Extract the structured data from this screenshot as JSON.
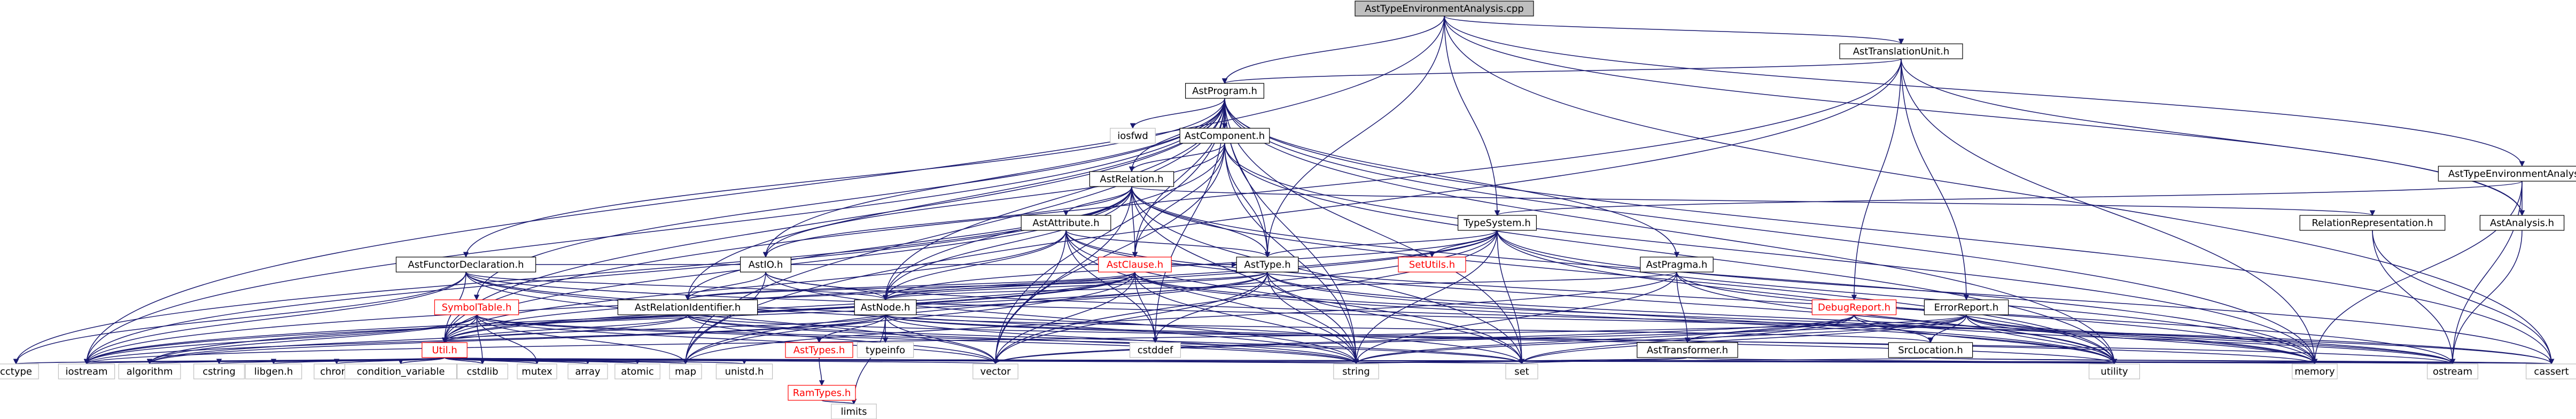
{
  "diagram": {
    "nodes": [
      {
        "id": "root",
        "label": "AstTypeEnvironmentAnalysis.cpp",
        "style": "root"
      },
      {
        "id": "tu",
        "label": "AstTranslationUnit.h",
        "style": "normal"
      },
      {
        "id": "prog",
        "label": "AstProgram.h",
        "style": "normal"
      },
      {
        "id": "tea_h",
        "label": "AstTypeEnvironmentAnalysis.h",
        "style": "normal"
      },
      {
        "id": "comp",
        "label": "AstComponent.h",
        "style": "normal"
      },
      {
        "id": "iosfwd",
        "label": "iosfwd",
        "style": "grey"
      },
      {
        "id": "rel",
        "label": "AstRelation.h",
        "style": "normal"
      },
      {
        "id": "relrep",
        "label": "RelationRepresentation.h",
        "style": "normal"
      },
      {
        "id": "attr",
        "label": "AstAttribute.h",
        "style": "normal"
      },
      {
        "id": "typesys",
        "label": "TypeSystem.h",
        "style": "normal"
      },
      {
        "id": "analysis",
        "label": "AstAnalysis.h",
        "style": "normal"
      },
      {
        "id": "funcdecl",
        "label": "AstFunctorDeclaration.h",
        "style": "normal"
      },
      {
        "id": "astio",
        "label": "AstIO.h",
        "style": "normal"
      },
      {
        "id": "clause",
        "label": "AstClause.h",
        "style": "red"
      },
      {
        "id": "asttype",
        "label": "AstType.h",
        "style": "normal"
      },
      {
        "id": "setutils",
        "label": "SetUtils.h",
        "style": "red"
      },
      {
        "id": "pragma",
        "label": "AstPragma.h",
        "style": "normal"
      },
      {
        "id": "symtab",
        "label": "SymbolTable.h",
        "style": "red"
      },
      {
        "id": "relid",
        "label": "AstRelationIdentifier.h",
        "style": "normal"
      },
      {
        "id": "astnode",
        "label": "AstNode.h",
        "style": "normal"
      },
      {
        "id": "debug",
        "label": "DebugReport.h",
        "style": "red"
      },
      {
        "id": "error",
        "label": "ErrorReport.h",
        "style": "normal"
      },
      {
        "id": "util",
        "label": "Util.h",
        "style": "red"
      },
      {
        "id": "typeinfo",
        "label": "typeinfo",
        "style": "grey"
      },
      {
        "id": "asttypes",
        "label": "AstTypes.h",
        "style": "red"
      },
      {
        "id": "cstddef",
        "label": "cstddef",
        "style": "grey"
      },
      {
        "id": "srcloc",
        "label": "SrcLocation.h",
        "style": "normal"
      },
      {
        "id": "transformer",
        "label": "AstTransformer.h",
        "style": "normal"
      },
      {
        "id": "ramtypes",
        "label": "RamTypes.h",
        "style": "red"
      },
      {
        "id": "limits",
        "label": "limits",
        "style": "grey"
      },
      {
        "id": "cctype",
        "label": "cctype",
        "style": "grey"
      },
      {
        "id": "iostream",
        "label": "iostream",
        "style": "grey"
      },
      {
        "id": "algorithm",
        "label": "algorithm",
        "style": "grey"
      },
      {
        "id": "cstring",
        "label": "cstring",
        "style": "grey"
      },
      {
        "id": "libgen",
        "label": "libgen.h",
        "style": "grey"
      },
      {
        "id": "chrono",
        "label": "chrono",
        "style": "grey"
      },
      {
        "id": "condvar",
        "label": "condition_variable",
        "style": "grey"
      },
      {
        "id": "cstdlib",
        "label": "cstdlib",
        "style": "grey"
      },
      {
        "id": "mutex",
        "label": "mutex",
        "style": "grey"
      },
      {
        "id": "array",
        "label": "array",
        "style": "grey"
      },
      {
        "id": "atomic",
        "label": "atomic",
        "style": "grey"
      },
      {
        "id": "map",
        "label": "map",
        "style": "grey"
      },
      {
        "id": "unistd",
        "label": "unistd.h",
        "style": "grey"
      },
      {
        "id": "vector",
        "label": "vector",
        "style": "grey"
      },
      {
        "id": "string",
        "label": "string",
        "style": "grey"
      },
      {
        "id": "set",
        "label": "set",
        "style": "grey"
      },
      {
        "id": "utility",
        "label": "utility",
        "style": "grey"
      },
      {
        "id": "memory",
        "label": "memory",
        "style": "grey"
      },
      {
        "id": "ostream",
        "label": "ostream",
        "style": "grey"
      },
      {
        "id": "cassert",
        "label": "cassert",
        "style": "grey"
      }
    ],
    "edges": [
      [
        "root",
        "tu"
      ],
      [
        "root",
        "prog"
      ],
      [
        "root",
        "tea_h"
      ],
      [
        "root",
        "typesys"
      ],
      [
        "root",
        "asttype"
      ],
      [
        "root",
        "analysis"
      ],
      [
        "root",
        "iostream"
      ],
      [
        "root",
        "cassert"
      ],
      [
        "tu",
        "prog"
      ],
      [
        "tu",
        "analysis"
      ],
      [
        "tu",
        "debug"
      ],
      [
        "tu",
        "error"
      ],
      [
        "tu",
        "map"
      ],
      [
        "tu",
        "memory"
      ],
      [
        "tu",
        "util"
      ],
      [
        "prog",
        "comp"
      ],
      [
        "prog",
        "rel"
      ],
      [
        "prog",
        "iosfwd"
      ],
      [
        "prog",
        "funcdecl"
      ],
      [
        "prog",
        "astio"
      ],
      [
        "prog",
        "clause"
      ],
      [
        "prog",
        "asttype"
      ],
      [
        "prog",
        "pragma"
      ],
      [
        "prog",
        "relid"
      ],
      [
        "prog",
        "astnode"
      ],
      [
        "prog",
        "symtab"
      ],
      [
        "prog",
        "util"
      ],
      [
        "prog",
        "cstddef"
      ],
      [
        "prog",
        "vector"
      ],
      [
        "prog",
        "string"
      ],
      [
        "prog",
        "set"
      ],
      [
        "prog",
        "map"
      ],
      [
        "prog",
        "utility"
      ],
      [
        "prog",
        "memory"
      ],
      [
        "prog",
        "cassert"
      ],
      [
        "prog",
        "iostream"
      ],
      [
        "tea_h",
        "typesys"
      ],
      [
        "tea_h",
        "analysis"
      ],
      [
        "tea_h",
        "ostream"
      ],
      [
        "tea_h",
        "memory"
      ],
      [
        "comp",
        "rel"
      ],
      [
        "comp",
        "clause"
      ],
      [
        "comp",
        "asttype"
      ],
      [
        "comp",
        "astio"
      ],
      [
        "comp",
        "astnode"
      ],
      [
        "comp",
        "vector"
      ],
      [
        "comp",
        "string"
      ],
      [
        "comp",
        "utility"
      ],
      [
        "comp",
        "memory"
      ],
      [
        "rel",
        "relrep"
      ],
      [
        "rel",
        "attr"
      ],
      [
        "rel",
        "astio"
      ],
      [
        "rel",
        "clause"
      ],
      [
        "rel",
        "asttype"
      ],
      [
        "rel",
        "relid"
      ],
      [
        "rel",
        "astnode"
      ],
      [
        "rel",
        "util"
      ],
      [
        "rel",
        "cctype"
      ],
      [
        "rel",
        "set"
      ],
      [
        "rel",
        "string"
      ],
      [
        "rel",
        "vector"
      ],
      [
        "rel",
        "iostream"
      ],
      [
        "rel",
        "utility"
      ],
      [
        "rel",
        "memory"
      ],
      [
        "relrep",
        "ostream"
      ],
      [
        "relrep",
        "cassert"
      ],
      [
        "attr",
        "asttype"
      ],
      [
        "attr",
        "astnode"
      ],
      [
        "attr",
        "util"
      ],
      [
        "attr",
        "string"
      ],
      [
        "attr",
        "vector"
      ],
      [
        "attr",
        "set"
      ],
      [
        "attr",
        "cstddef"
      ],
      [
        "attr",
        "utility"
      ],
      [
        "attr",
        "memory"
      ],
      [
        "typesys",
        "asttype"
      ],
      [
        "typesys",
        "setutils"
      ],
      [
        "typesys",
        "util"
      ],
      [
        "typesys",
        "map"
      ],
      [
        "typesys",
        "set"
      ],
      [
        "typesys",
        "string"
      ],
      [
        "typesys",
        "vector"
      ],
      [
        "typesys",
        "iostream"
      ],
      [
        "typesys",
        "memory"
      ],
      [
        "typesys",
        "cassert"
      ],
      [
        "typesys",
        "utility"
      ],
      [
        "typesys",
        "astnode"
      ],
      [
        "analysis",
        "ostream"
      ],
      [
        "funcdecl",
        "asttype"
      ],
      [
        "funcdecl",
        "astnode"
      ],
      [
        "funcdecl",
        "util"
      ],
      [
        "funcdecl",
        "string"
      ],
      [
        "funcdecl",
        "vector"
      ],
      [
        "funcdecl",
        "iostream"
      ],
      [
        "funcdecl",
        "set"
      ],
      [
        "funcdecl",
        "cctype"
      ],
      [
        "funcdecl",
        "cassert"
      ],
      [
        "astio",
        "relid"
      ],
      [
        "astio",
        "astnode"
      ],
      [
        "astio",
        "map"
      ],
      [
        "astio",
        "ostream"
      ],
      [
        "astio",
        "string"
      ],
      [
        "clause",
        "astnode"
      ],
      [
        "clause",
        "asttype"
      ],
      [
        "clause",
        "relid"
      ],
      [
        "clause",
        "util"
      ],
      [
        "clause",
        "map"
      ],
      [
        "clause",
        "vector"
      ],
      [
        "clause",
        "string"
      ],
      [
        "clause",
        "memory"
      ],
      [
        "clause",
        "iostream"
      ],
      [
        "clause",
        "algorithm"
      ],
      [
        "clause",
        "cstddef"
      ],
      [
        "clause",
        "utility"
      ],
      [
        "asttype",
        "astnode"
      ],
      [
        "asttype",
        "relid"
      ],
      [
        "asttype",
        "util"
      ],
      [
        "asttype",
        "iostream"
      ],
      [
        "asttype",
        "set"
      ],
      [
        "asttype",
        "string"
      ],
      [
        "asttype",
        "vector"
      ],
      [
        "asttype",
        "cstddef"
      ],
      [
        "asttype",
        "utility"
      ],
      [
        "asttype",
        "memory"
      ],
      [
        "pragma",
        "astnode"
      ],
      [
        "pragma",
        "transformer"
      ],
      [
        "pragma",
        "utility"
      ],
      [
        "pragma",
        "string"
      ],
      [
        "pragma",
        "map"
      ],
      [
        "pragma",
        "ostream"
      ],
      [
        "symtab",
        "util"
      ],
      [
        "symtab",
        "map"
      ],
      [
        "symtab",
        "set"
      ],
      [
        "symtab",
        "vector"
      ],
      [
        "symtab",
        "string"
      ],
      [
        "symtab",
        "iostream"
      ],
      [
        "symtab",
        "algorithm"
      ],
      [
        "symtab",
        "cstdlib"
      ],
      [
        "symtab",
        "mutex"
      ],
      [
        "relid",
        "util"
      ],
      [
        "relid",
        "algorithm"
      ],
      [
        "relid",
        "string"
      ],
      [
        "relid",
        "vector"
      ],
      [
        "relid",
        "ostream"
      ],
      [
        "relid",
        "set"
      ],
      [
        "astnode",
        "srcloc"
      ],
      [
        "astnode",
        "typeinfo"
      ],
      [
        "astnode",
        "asttypes"
      ],
      [
        "astnode",
        "util"
      ],
      [
        "astnode",
        "limits"
      ],
      [
        "astnode",
        "string"
      ],
      [
        "astnode",
        "vector"
      ],
      [
        "astnode",
        "memory"
      ],
      [
        "astnode",
        "iostream"
      ],
      [
        "astnode",
        "utility"
      ],
      [
        "astnode",
        "algorithm"
      ],
      [
        "debug",
        "transformer"
      ],
      [
        "debug",
        "srcloc"
      ],
      [
        "debug",
        "ostream"
      ],
      [
        "debug",
        "vector"
      ],
      [
        "debug",
        "set"
      ],
      [
        "debug",
        "string"
      ],
      [
        "debug",
        "utility"
      ],
      [
        "error",
        "srcloc"
      ],
      [
        "error",
        "set"
      ],
      [
        "error",
        "string"
      ],
      [
        "error",
        "utility"
      ],
      [
        "error",
        "vector"
      ],
      [
        "error",
        "iostream"
      ],
      [
        "error",
        "ostream"
      ],
      [
        "error",
        "cassert"
      ],
      [
        "error",
        "memory"
      ],
      [
        "util",
        "cctype"
      ],
      [
        "util",
        "iostream"
      ],
      [
        "util",
        "algorithm"
      ],
      [
        "util",
        "cstring"
      ],
      [
        "util",
        "libgen"
      ],
      [
        "util",
        "chrono"
      ],
      [
        "util",
        "condvar"
      ],
      [
        "util",
        "cstdlib"
      ],
      [
        "util",
        "mutex"
      ],
      [
        "util",
        "array"
      ],
      [
        "util",
        "atomic"
      ],
      [
        "util",
        "map"
      ],
      [
        "util",
        "unistd"
      ],
      [
        "util",
        "vector"
      ],
      [
        "util",
        "string"
      ],
      [
        "util",
        "set"
      ],
      [
        "util",
        "utility"
      ],
      [
        "util",
        "memory"
      ],
      [
        "util",
        "ostream"
      ],
      [
        "util",
        "cassert"
      ],
      [
        "asttypes",
        "ramtypes"
      ],
      [
        "ramtypes",
        "limits"
      ],
      [
        "srcloc",
        "string"
      ],
      [
        "srcloc",
        "ostream"
      ],
      [
        "srcloc",
        "cassert"
      ],
      [
        "transformer",
        "string"
      ],
      [
        "transformer",
        "set"
      ],
      [
        "transformer",
        "utility"
      ]
    ]
  }
}
